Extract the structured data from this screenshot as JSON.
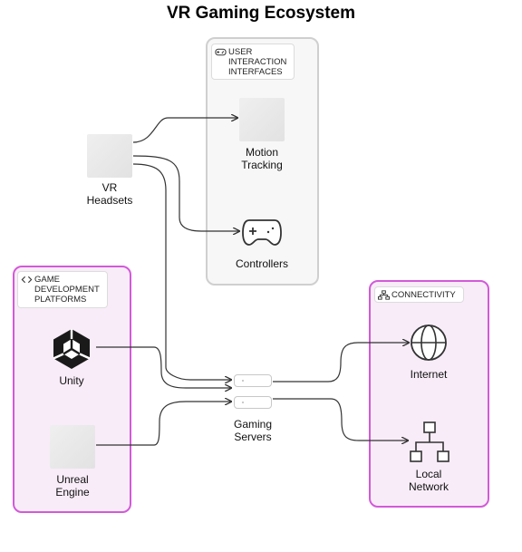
{
  "title": "VR Gaming Ecosystem",
  "groups": {
    "user": {
      "label": "USER INTERACTION INTERFACES",
      "icon": "gamepad-icon"
    },
    "game": {
      "label": "GAME DEVELOPMENT PLATFORMS",
      "icon": "code-icon"
    },
    "conn": {
      "label": "CONNECTIVITY",
      "icon": "network-icon"
    }
  },
  "nodes": {
    "vr_headsets": {
      "label_line1": "VR",
      "label_line2": "Headsets"
    },
    "motion_tracking": {
      "label_line1": "Motion",
      "label_line2": "Tracking"
    },
    "controllers": {
      "label": "Controllers",
      "icon": "gamepad-icon"
    },
    "unity": {
      "label": "Unity",
      "icon": "unity-logo-icon"
    },
    "unreal": {
      "label_line1": "Unreal",
      "label_line2": "Engine"
    },
    "gaming_servers": {
      "label_line1": "Gaming",
      "label_line2": "Servers",
      "icon": "server-icon"
    },
    "internet": {
      "label": "Internet",
      "icon": "globe-icon"
    },
    "local_network": {
      "label_line1": "Local",
      "label_line2": "Network",
      "icon": "network-icon"
    }
  }
}
